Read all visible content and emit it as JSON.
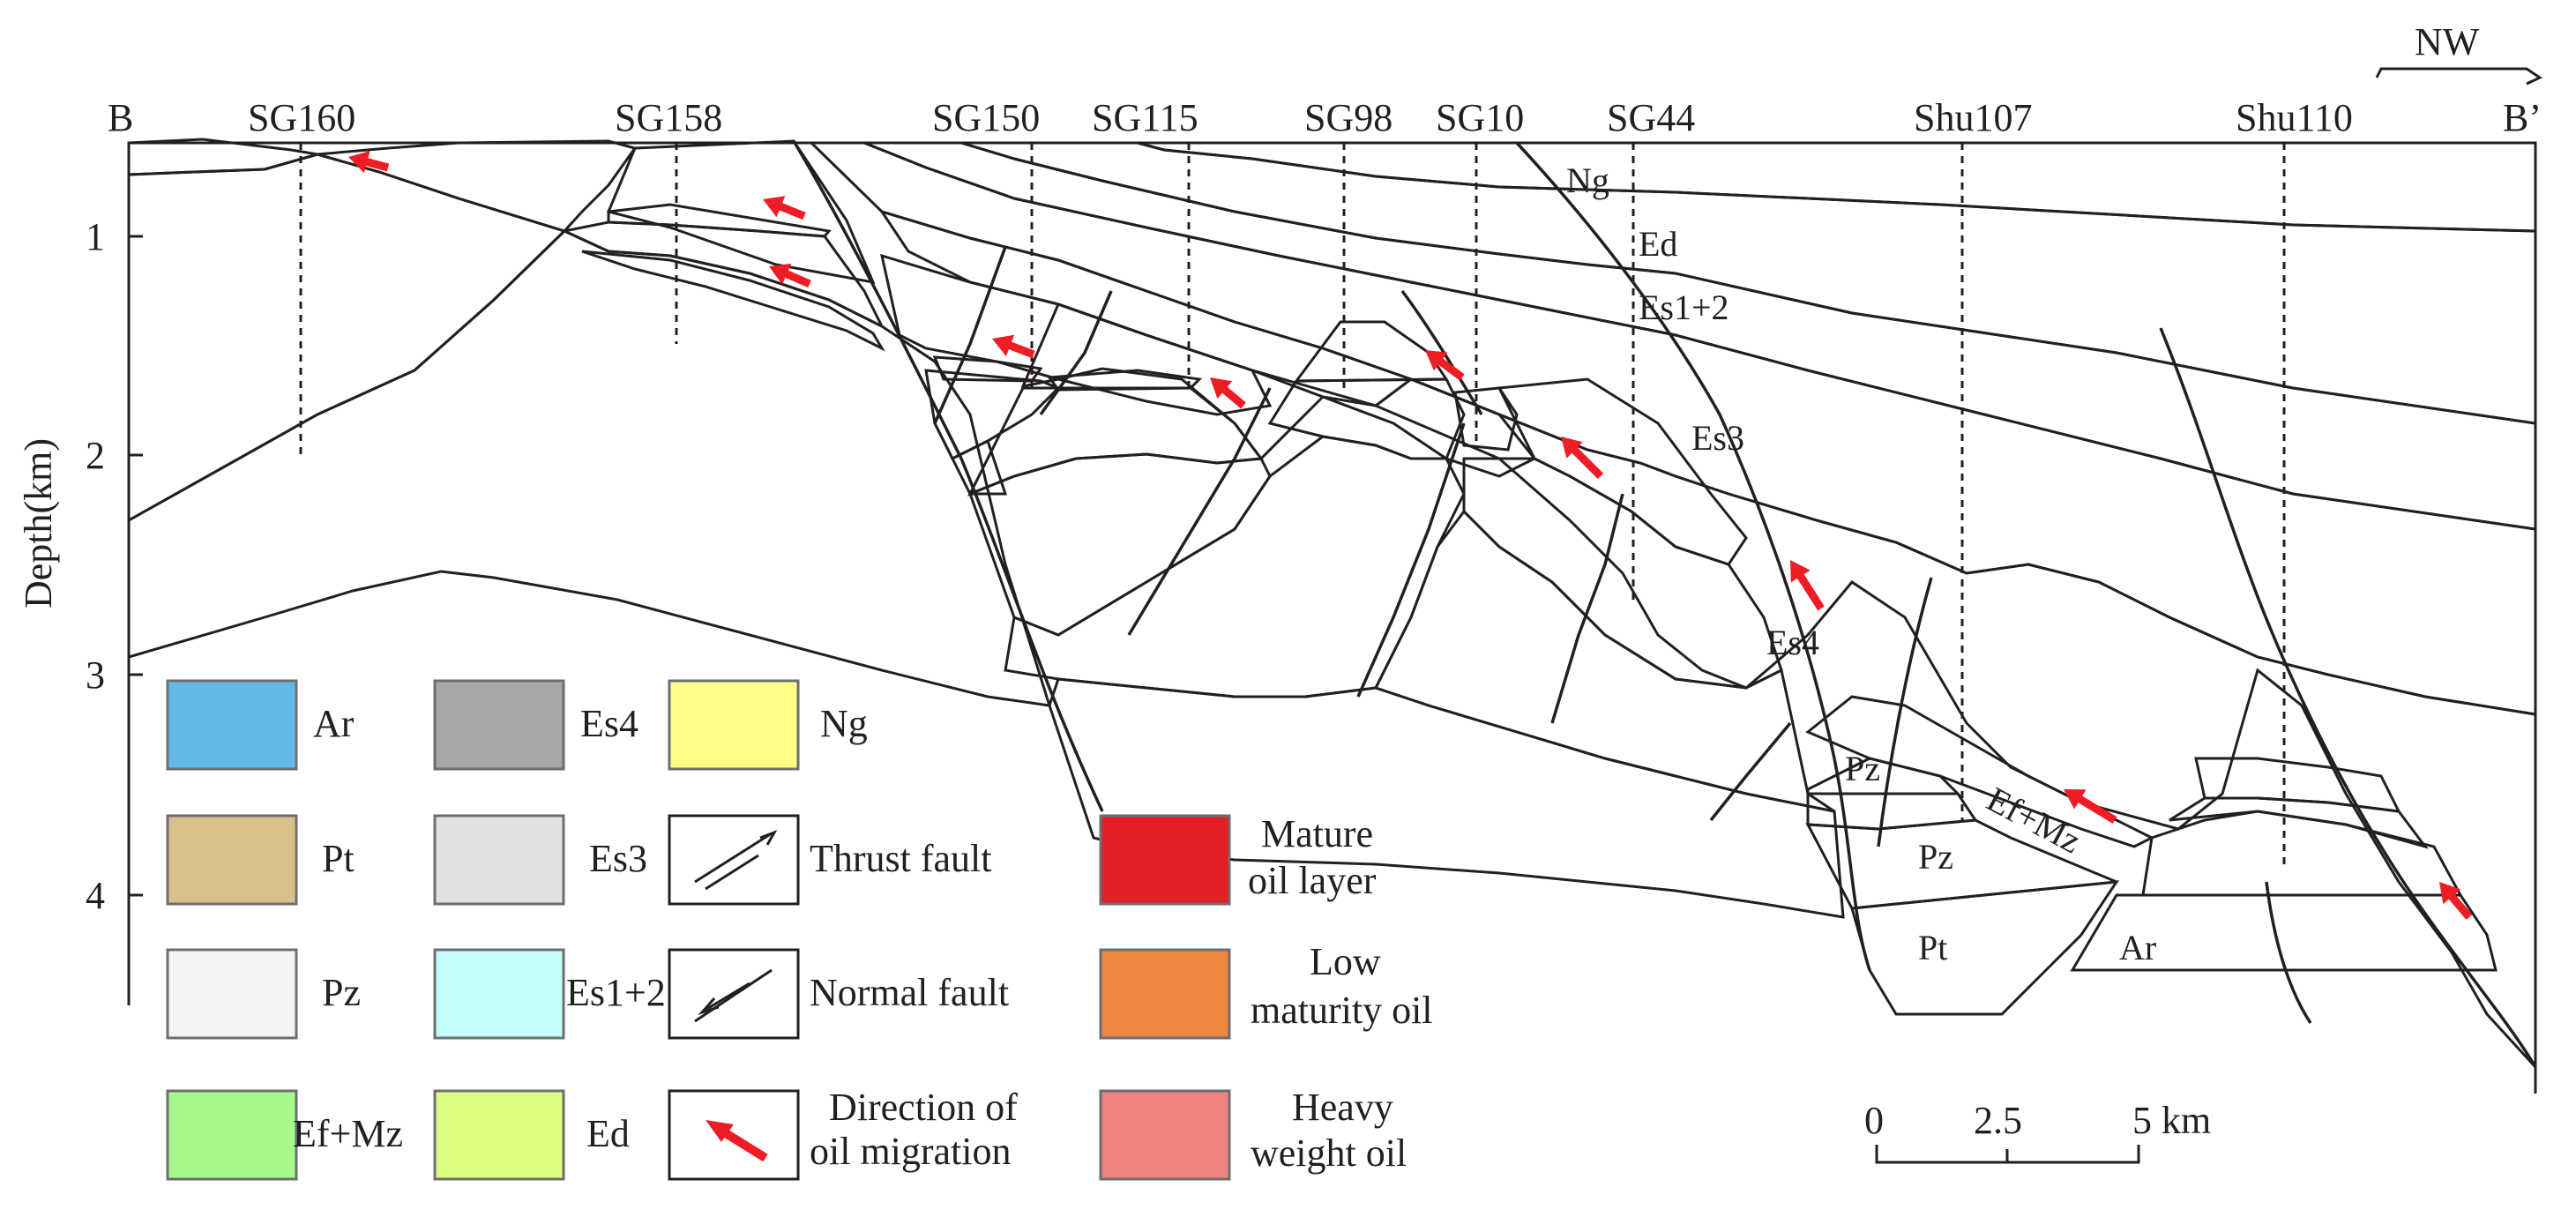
{
  "section": {
    "left_label": "B",
    "right_label": "B’",
    "direction": "NW"
  },
  "wells": [
    "SG160",
    "SG158",
    "SG150",
    "SG115",
    "SG98",
    "SG10",
    "SG44",
    "Shu107",
    "Shu110"
  ],
  "axis": {
    "title": "Depth(km)",
    "ticks": [
      "1",
      "2",
      "3",
      "4"
    ]
  },
  "layer_labels": {
    "ng": "Ng",
    "ed": "Ed",
    "es12": "Es1+2",
    "es3": "Es3",
    "es4": "Es4",
    "pz_upper": "Pz",
    "pz_lower": "Pz",
    "efmz": "Ef+Mz",
    "pt": "Pt",
    "ar": "Ar"
  },
  "legend": [
    {
      "key": "ar",
      "label": "Ar",
      "color": "#62b9e8"
    },
    {
      "key": "pt",
      "label": "Pt",
      "color": "#d9c08a"
    },
    {
      "key": "pz",
      "label": "Pz",
      "color": "#f4f4f4"
    },
    {
      "key": "efmz",
      "label": "Ef+Mz",
      "color": "#a8f88a"
    },
    {
      "key": "es4",
      "label": "Es4",
      "color": "#a7a7a9"
    },
    {
      "key": "es3",
      "label": "Es3",
      "color": "#e1e1e2"
    },
    {
      "key": "es12",
      "label": "Es1+2",
      "color": "#c4fcfc"
    },
    {
      "key": "ed",
      "label": "Ed",
      "color": "#dcfe7e"
    },
    {
      "key": "ng",
      "label": "Ng",
      "color": "#ffff88"
    },
    {
      "key": "thrust",
      "label": "Thrust fault",
      "color": "#ffffff"
    },
    {
      "key": "normal",
      "label": "Normal fault",
      "color": "#ffffff"
    },
    {
      "key": "migration",
      "label_line1": "Direction of",
      "label_line2": "oil migration",
      "color": "#ee1c25"
    },
    {
      "key": "mature",
      "label_line1": "Mature",
      "label_line2": "oil layer",
      "color": "#e31f26"
    },
    {
      "key": "lowmat",
      "label_line1": "Low",
      "label_line2": "maturity oil",
      "color": "#ef8741"
    },
    {
      "key": "heavy",
      "label_line1": "Heavy",
      "label_line2": "weight oil",
      "color": "#f0837d"
    }
  ],
  "scale_bar": {
    "ticks": [
      "0",
      "2.5",
      "5 km"
    ]
  },
  "colors": {
    "ar": "#00a6df",
    "ar_light": "#62b9e8",
    "pt": "#c9a964",
    "pz": "#f4f4f4",
    "efmz": "#a0f98a",
    "es4": "#a7a7a9",
    "es3": "#e1e1e2",
    "es12": "#c4fcfc",
    "ed": "#dcfe7e",
    "ng": "#ffff88",
    "mature": "#e31f26",
    "lowmat": "#ef8741",
    "heavy": "#f0837d",
    "arrow": "#ee1c25"
  }
}
